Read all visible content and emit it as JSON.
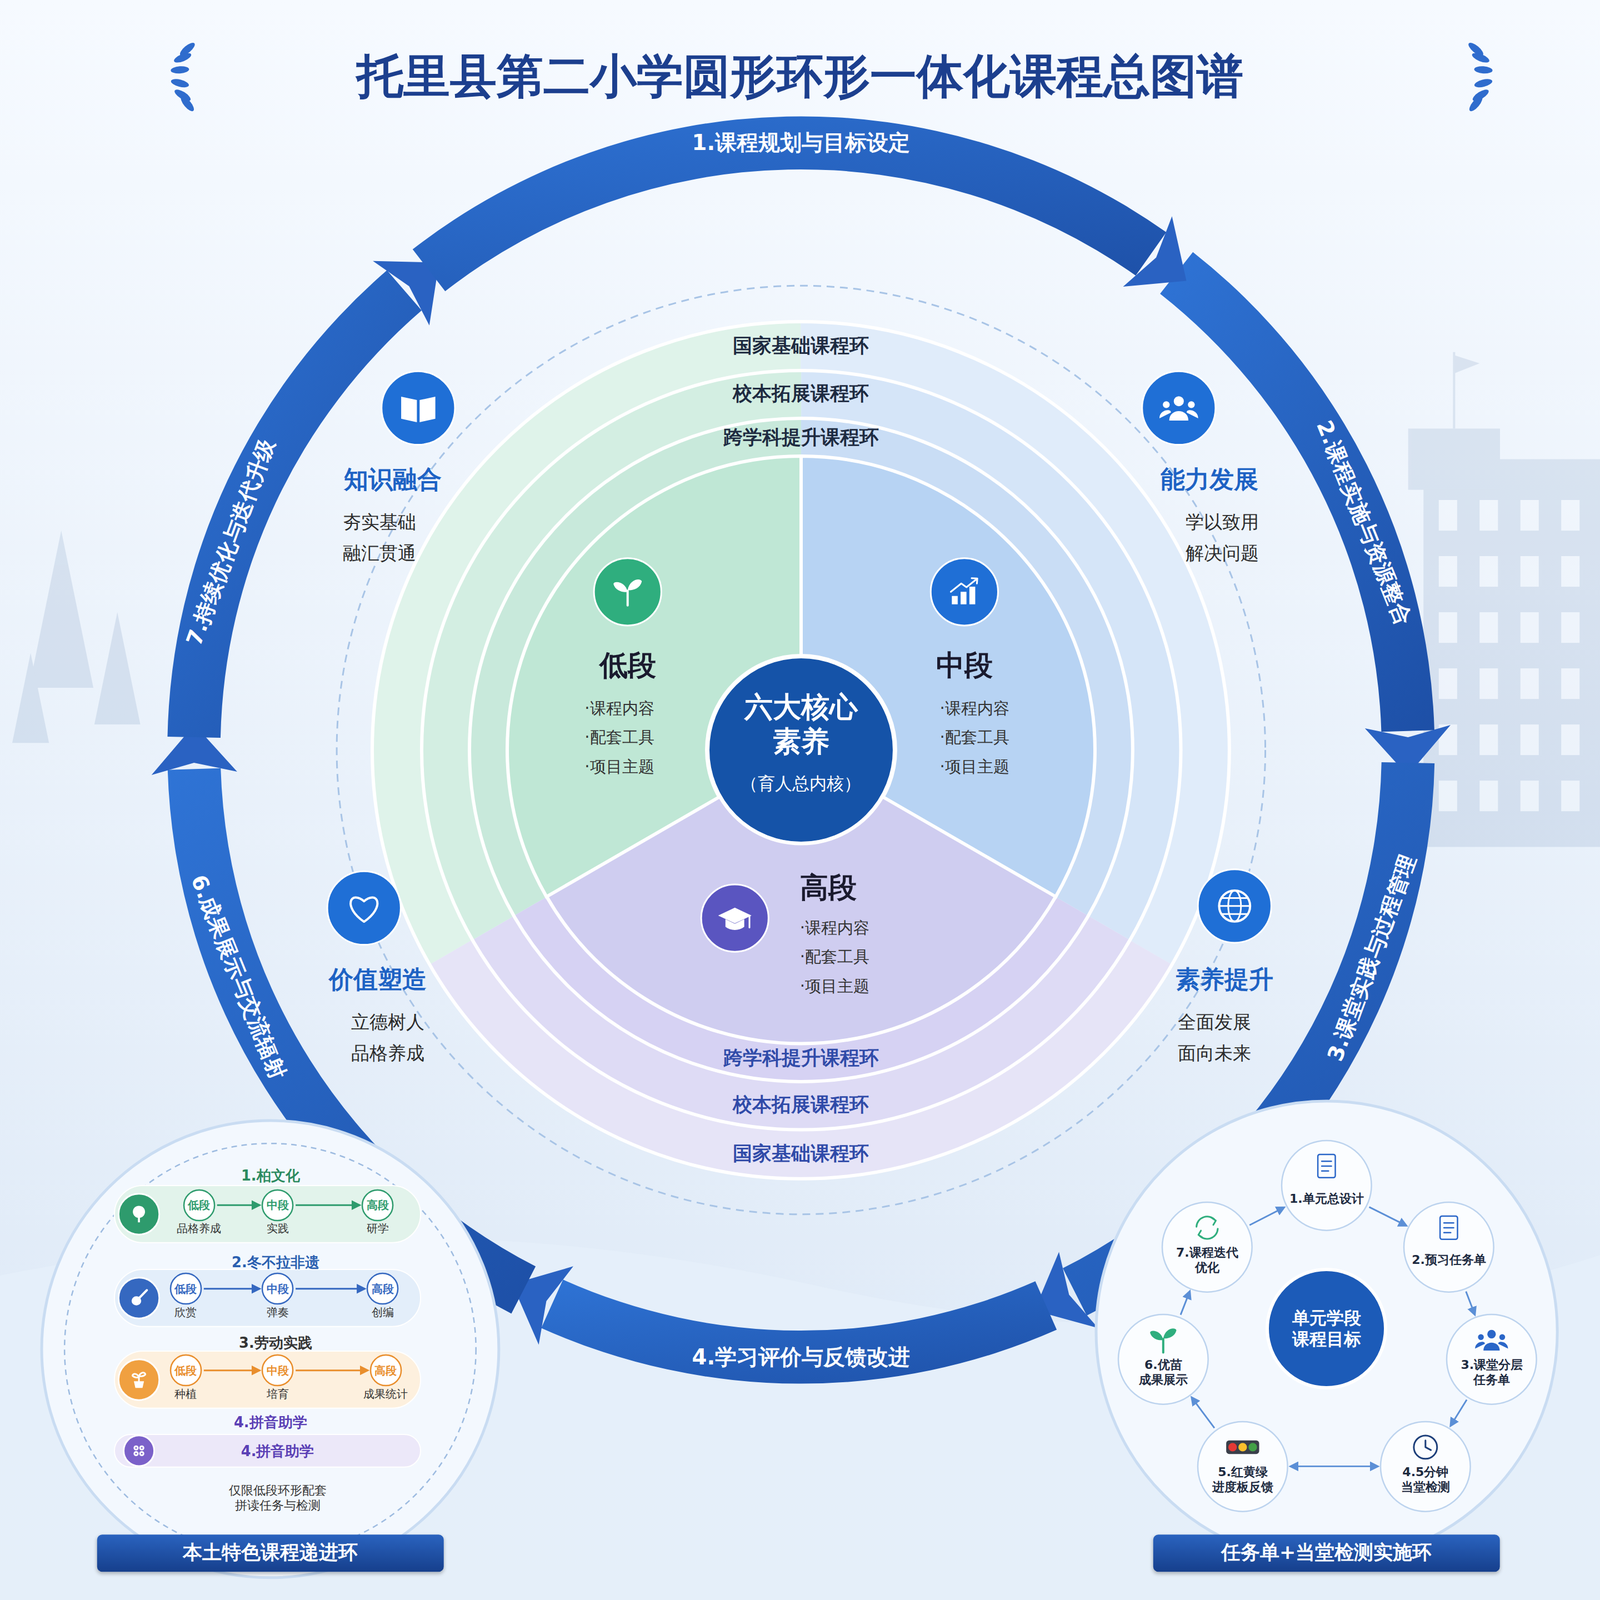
{
  "diagram": {
    "title": "托里县第二小学圆形环形一体化课程总图谱",
    "nodes": [
      {
        "text": [
          "知识融合",
          "夯实基础 融汇贯通"
        ]
      },
      {
        "text": [
          "能力发展",
          "学以致用 解决问题"
        ]
      },
      {
        "text": [
          "国家基础课程环",
          "国家基础课程环"
        ]
      },
      {
        "text": [
          "校本拓展课程环",
          "校本拓展课程环"
        ],
        "in": 2
      },
      {
        "text": [
          "跨学科提升课程环",
          "跨学科提升课程环"
        ],
        "in": 3
      },
      {
        "text": [
          "低段",
          "·课程内容",
          "·配套工具",
          "·项目主题"
        ],
        "in": 4
      },
      {
        "text": [
          "中段",
          "·课程内容",
          "·配套工具",
          "·项目主题"
        ],
        "in": 4
      },
      {
        "text": [
          "六大核心 素养",
          "（育人总内核）"
        ],
        "in": 4
      },
      {
        "text": [
          "高段",
          "·课程内容",
          "·配套工具",
          "·项目主题"
        ],
        "in": 4
      },
      {
        "text": [
          "价值塑造",
          "立德树人 品格养成"
        ]
      },
      {
        "text": [
          "素养提升",
          "全面发展 面向未来"
        ]
      },
      {
        "text": [
          "本土特色课程递进环"
        ]
      },
      {
        "text": [
          "1.柏文化"
        ],
        "in": 11
      },
      {
        "text": [
          "低段",
          "品格养成"
        ],
        "in": 12
      },
      {
        "text": [
          "中段",
          "实践"
        ],
        "in": 12
      },
      {
        "text": [
          "高段",
          "研学"
        ],
        "in": 12
      },
      {
        "text": [
          "2.冬不拉非遗"
        ],
        "in": 11
      },
      {
        "text": [
          "低段",
          "欣赏"
        ],
        "in": 16
      },
      {
        "text": [
          "中段",
          "弹奏"
        ],
        "in": 16
      },
      {
        "text": [
          "高段",
          "创编"
        ],
        "in": 16
      },
      {
        "text": [
          "3.劳动实践"
        ],
        "in": 11
      },
      {
        "text": [
          "低段",
          "种植"
        ],
        "in": 20
      },
      {
        "text": [
          "中段",
          "培育"
        ],
        "in": 20
      },
      {
        "text": [
          "高段",
          "成果统计"
        ],
        "in": 20
      },
      {
        "text": [
          "4.拼音助学",
          "4.拼音助学"
        ],
        "in": 11
      },
      {
        "text": [
          "任务单+当堂检测实施环"
        ]
      },
      {
        "text": [
          "单元学段 课程目标"
        ],
        "in": 25
      },
      {
        "text": [
          "1.单元总设计"
        ],
        "in": 25
      },
      {
        "text": [
          "2.预习任务单"
        ],
        "in": 25
      },
      {
        "text": [
          "3.课堂分层 任务单"
        ],
        "in": 25
      },
      {
        "text": [
          "4.5分钟 当堂检测"
        ],
        "in": 25
      },
      {
        "text": [
          "5.红黄绿 进度板反馈"
        ],
        "in": 25
      },
      {
        "text": [
          "6.优苗 成果展示"
        ],
        "in": 25
      },
      {
        "text": [
          "7.课程迭代 优化"
        ],
        "in": 25
      }
    ],
    "edges": [
      {
        "from": 13,
        "to": 14,
        "arrow": "to"
      },
      {
        "from": 14,
        "to": 15,
        "arrow": "to"
      },
      {
        "from": 17,
        "to": 18,
        "arrow": "to"
      },
      {
        "from": 18,
        "to": 19,
        "arrow": "to"
      },
      {
        "from": 21,
        "to": 22,
        "arrow": "to"
      },
      {
        "from": 22,
        "to": 23,
        "arrow": "to"
      },
      {
        "from": 27,
        "to": 28,
        "arrow": "to"
      },
      {
        "from": 28,
        "to": 29,
        "arrow": "to"
      },
      {
        "from": 29,
        "to": 30,
        "arrow": "to"
      },
      {
        "from": 30,
        "to": 31,
        "arrow": "both"
      },
      {
        "from": 31,
        "to": 32,
        "arrow": "to"
      },
      {
        "from": 32,
        "to": 33,
        "arrow": "to"
      },
      {
        "from": 33,
        "to": 27,
        "arrow": "to"
      }
    ],
    "labels": [
      "1.课程规划与目标设定",
      "2.课程实施与资源整合",
      "3.课堂实践与过程管理",
      "4.学习评价与反馈改进",
      "6.成果展示与交流辐射",
      "7.持续优化与迭代升级",
      "仅限低段环形配套 拼读任务与检测"
    ]
  }
}
